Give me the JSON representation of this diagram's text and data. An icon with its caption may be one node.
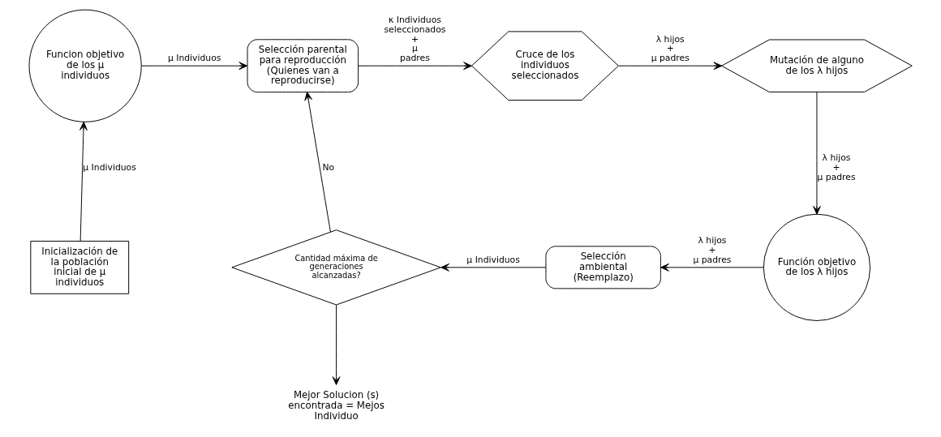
{
  "diagram": {
    "nodes": [
      {
        "text": [
          "Funcion objetivo de los μ individuos"
        ]
      },
      {
        "text": [
          "Selección parental para reproducción (Quienes van a reproducirse)"
        ]
      },
      {
        "text": [
          "Cruce de los individuos seleccionados"
        ]
      },
      {
        "text": [
          "Mutación de alguno de los λ hijos"
        ]
      },
      {
        "text": [
          "Inicialización de la población inicial de μ individuos"
        ]
      },
      {
        "text": [
          "Cantidad máxima de generaciones alcanzadas?"
        ]
      },
      {
        "text": [
          "Selección ambiental (Reemplazo)"
        ]
      },
      {
        "text": [
          "Función objetivo de los λ hijos"
        ]
      },
      {
        "text": [
          "Mejor Solucion (s) encontrada = Mejos Individuo"
        ]
      }
    ],
    "edges": [
      {
        "from": 4,
        "to": 0,
        "arrow": "to",
        "label": "μ Individuos"
      },
      {
        "from": 0,
        "to": 1,
        "arrow": "to",
        "label": "μ Individuos"
      },
      {
        "from": 1,
        "to": 2,
        "arrow": "to",
        "label": "κ Individuos seleccionados + μ padres"
      },
      {
        "from": 2,
        "to": 3,
        "arrow": "to",
        "label": "λ hijos + μ padres"
      },
      {
        "from": 3,
        "to": 7,
        "arrow": "to",
        "label": "λ hijos + μ padres"
      },
      {
        "from": 7,
        "to": 6,
        "arrow": "to",
        "label": "λ hijos + μ padres"
      },
      {
        "from": 6,
        "to": 5,
        "arrow": "to",
        "label": "μ Individuos"
      },
      {
        "from": 5,
        "to": 1,
        "arrow": "to",
        "label": "No"
      },
      {
        "from": 5,
        "to": 8,
        "arrow": "to"
      }
    ]
  }
}
